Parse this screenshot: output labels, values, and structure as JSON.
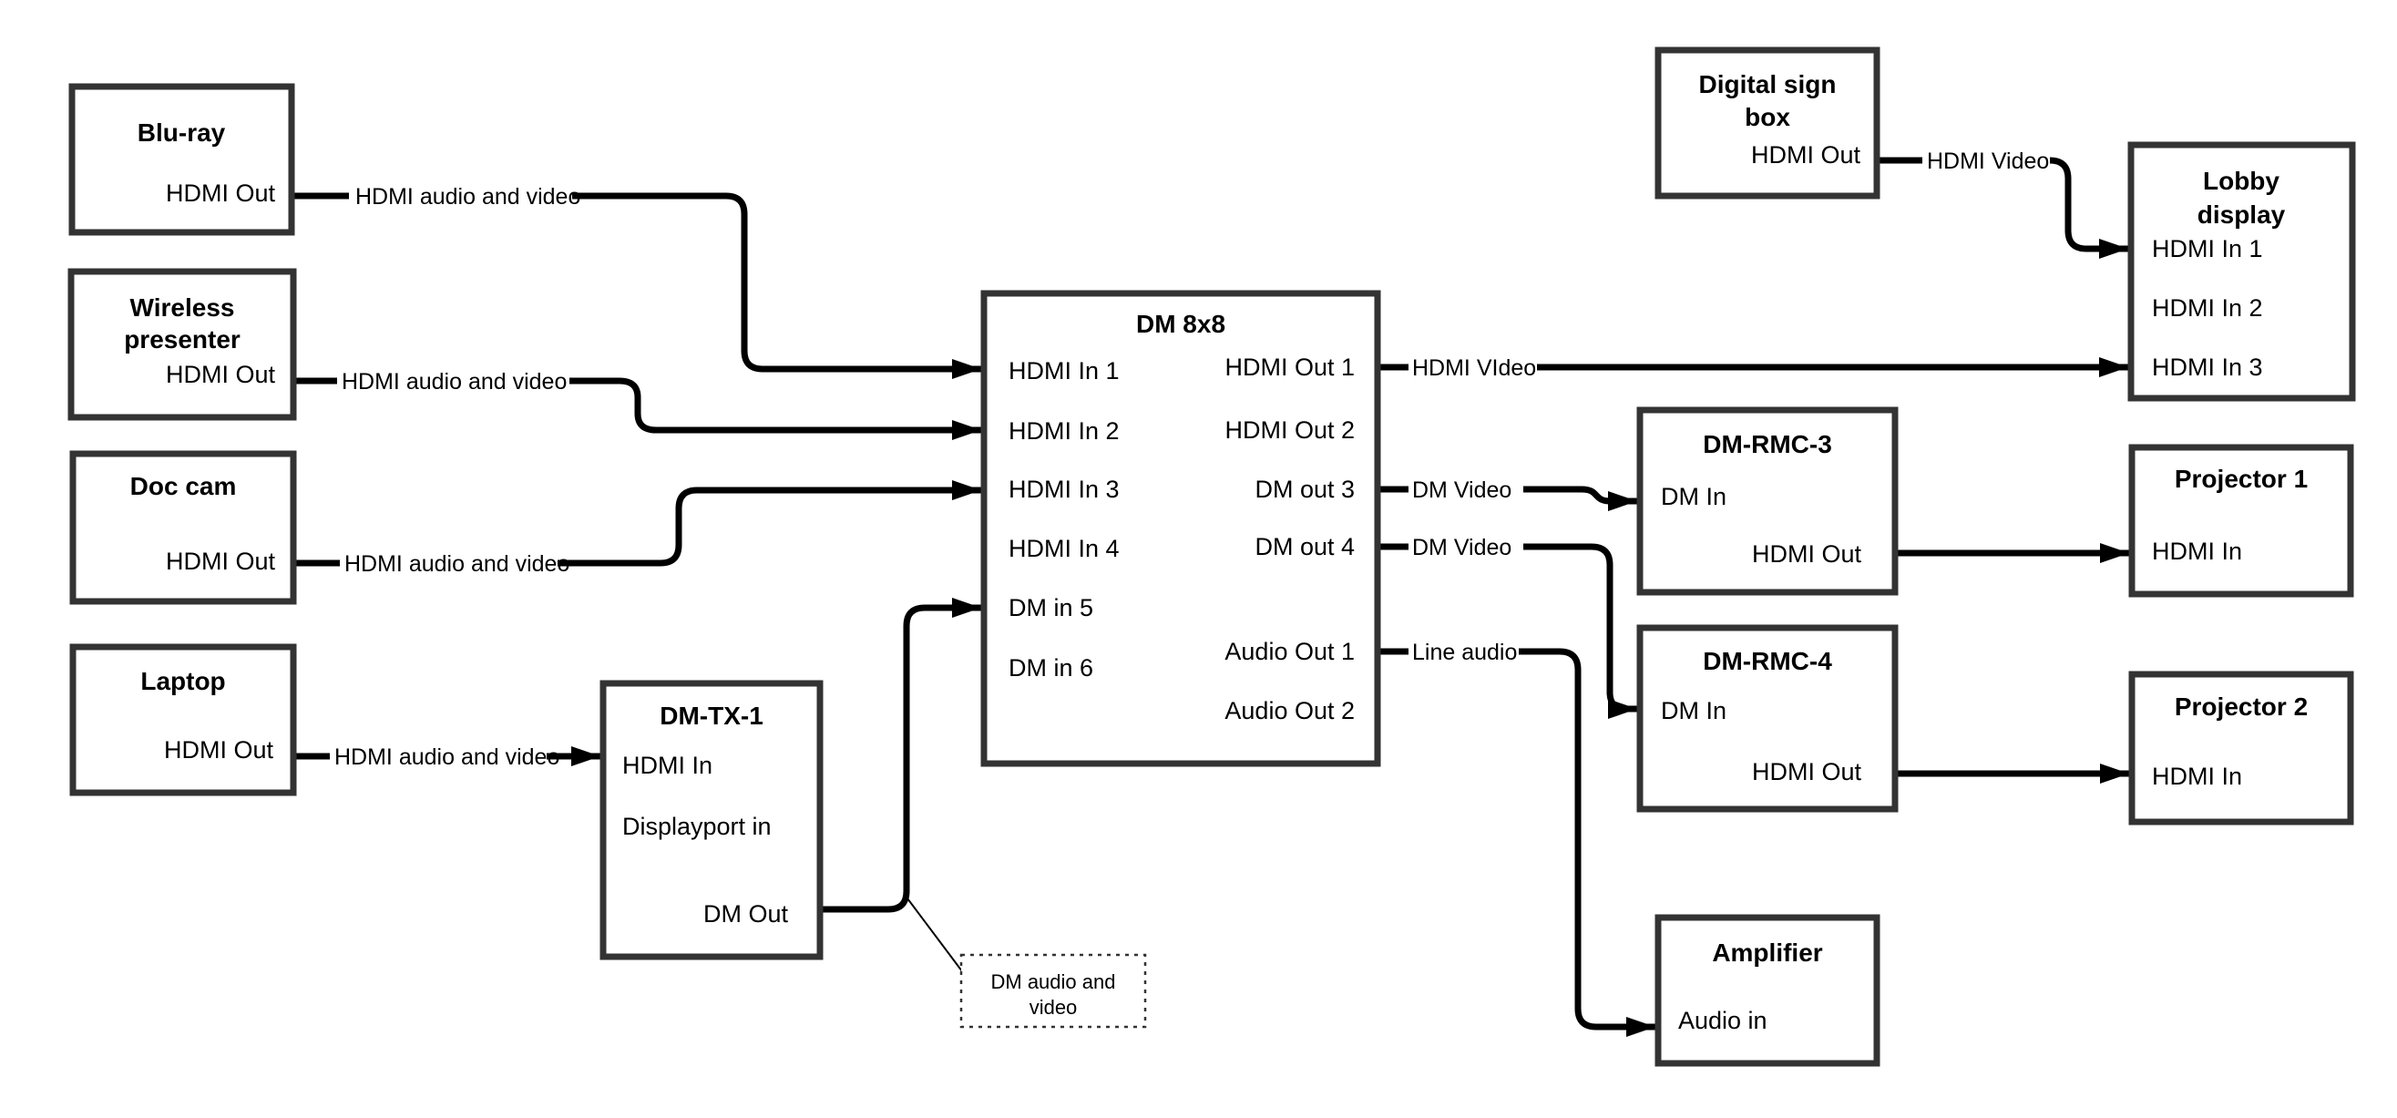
{
  "canvas": {
    "background": "#ffffff",
    "line_color": "#000000",
    "box_border_color": "#333333",
    "text_color": "#000000"
  },
  "nodes": {
    "bluray": {
      "title": "Blu-ray",
      "out": "HDMI Out"
    },
    "wireless": {
      "title_line1": "Wireless",
      "title_line2": "presenter",
      "out": "HDMI Out"
    },
    "doccam": {
      "title": "Doc cam",
      "out": "HDMI Out"
    },
    "laptop": {
      "title": "Laptop",
      "out": "HDMI Out"
    },
    "dmtx1": {
      "title": "DM-TX-1",
      "in1": "HDMI In",
      "in2": "Displayport in",
      "out": "DM Out"
    },
    "dm8x8": {
      "title": "DM 8x8",
      "in1": "HDMI In 1",
      "in2": "HDMI In 2",
      "in3": "HDMI In 3",
      "in4": "HDMI In 4",
      "in5": "DM in 5",
      "in6": "DM in 6",
      "out1": "HDMI Out 1",
      "out2": "HDMI Out 2",
      "out3": "DM out 3",
      "out4": "DM out 4",
      "aout1": "Audio Out 1",
      "aout2": "Audio Out 2"
    },
    "signbox": {
      "title_line1": "Digital sign",
      "title_line2": "box",
      "out": "HDMI Out"
    },
    "lobby": {
      "title_line1": "Lobby",
      "title_line2": "display",
      "in1": "HDMI In 1",
      "in2": "HDMI In 2",
      "in3": "HDMI In 3"
    },
    "rmc3": {
      "title": "DM-RMC-3",
      "in": "DM In",
      "out": "HDMI Out"
    },
    "proj1": {
      "title": "Projector 1",
      "in": "HDMI In"
    },
    "rmc4": {
      "title": "DM-RMC-4",
      "in": "DM In",
      "out": "HDMI Out"
    },
    "proj2": {
      "title": "Projector 2",
      "in": "HDMI In"
    },
    "amp": {
      "title": "Amplifier",
      "in": "Audio in"
    },
    "note": {
      "line1": "DM audio and",
      "line2": "video"
    }
  },
  "edge_labels": {
    "bluray_dm8x8": "HDMI audio and video",
    "wireless_dm8x8": "HDMI audio and video",
    "doccam_dm8x8": "HDMI audio and video",
    "laptop_dmtx1": "HDMI audio and video",
    "out1_lobby": "HDMI VIdeo",
    "out3_rmc3": "DM Video",
    "out4_rmc4": "DM Video",
    "audio1_amp": "Line audio",
    "sign_lobby": "HDMI Video"
  }
}
